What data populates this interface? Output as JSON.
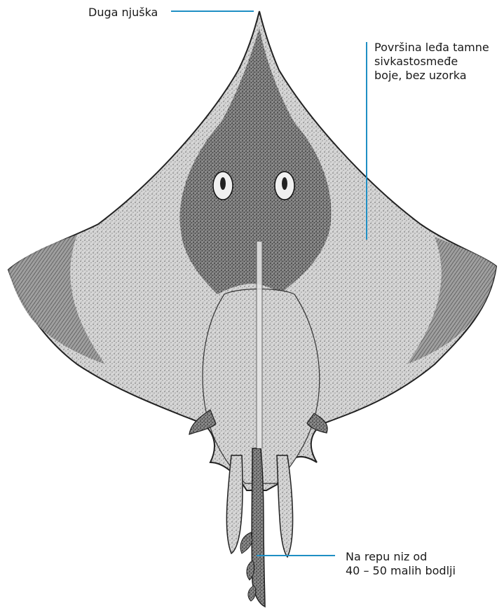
{
  "annotations": {
    "snout": {
      "lines": [
        "Duga njuška"
      ]
    },
    "back": {
      "lines": [
        "Površina leđa tamne",
        "sivkastosmeđe",
        "boje, bez uzorka"
      ]
    },
    "tail": {
      "lines": [
        "Na repu niz od",
        "40 – 50 malih bodlji"
      ]
    }
  },
  "colors": {
    "leader_line": "#1f8fc4",
    "body_dark": "#6b6b6b",
    "body_light": "#bdbdbd",
    "outline": "#222222"
  }
}
